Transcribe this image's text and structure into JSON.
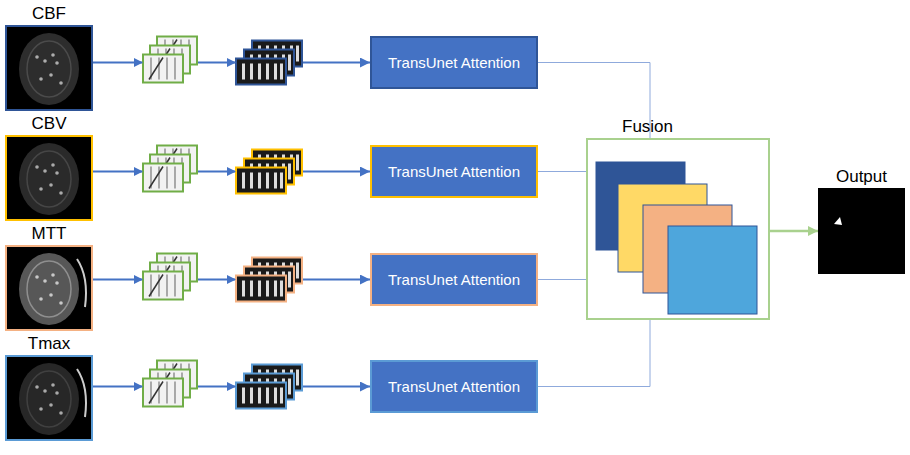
{
  "diagram": {
    "nodes": [
      {
        "text": [
          "CBF"
        ]
      },
      {
        "text": [
          "CBV"
        ]
      },
      {
        "text": [
          "MTT"
        ]
      },
      {
        "text": [
          "Tmax"
        ]
      },
      {
        "text": [
          "TransUnet Attention"
        ]
      },
      {
        "text": [
          "TransUnet Attention"
        ]
      },
      {
        "text": [
          "TransUnet Attention"
        ]
      },
      {
        "text": [
          "TransUnet Attention"
        ]
      },
      {
        "text": [
          "Fusion"
        ]
      },
      {
        "text": [
          "Output"
        ]
      }
    ],
    "edges": [
      {
        "from": 0,
        "to": 4,
        "arrow": "to"
      },
      {
        "from": 1,
        "to": 5,
        "arrow": "to"
      },
      {
        "from": 2,
        "to": 6,
        "arrow": "to"
      },
      {
        "from": 3,
        "to": 7,
        "arrow": "to"
      },
      {
        "from": 4,
        "to": 8,
        "arrow": "none"
      },
      {
        "from": 5,
        "to": 8,
        "arrow": "none"
      },
      {
        "from": 6,
        "to": 8,
        "arrow": "none"
      },
      {
        "from": 7,
        "to": 8,
        "arrow": "none"
      },
      {
        "from": 8,
        "to": 9,
        "arrow": "to"
      }
    ]
  }
}
